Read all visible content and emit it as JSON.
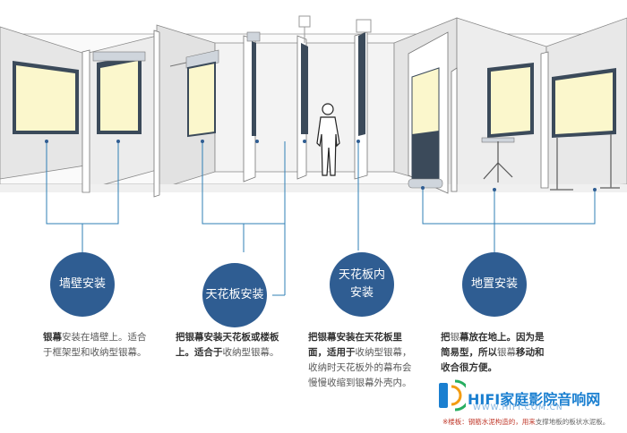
{
  "methods": [
    {
      "label": "墙壁安装",
      "lines": [
        [
          {
            "t": "银幕",
            "b": true
          },
          {
            "t": "安装在墙壁上。适合",
            "b": false
          }
        ],
        [
          {
            "t": "于框架型和收纳型银幕。",
            "b": false
          }
        ]
      ]
    },
    {
      "label": "天花板安装",
      "lines": [
        [
          {
            "t": "把银幕安装天花板或楼板",
            "b": true
          }
        ],
        [
          {
            "t": "上。适合于",
            "b": true
          },
          {
            "t": "收纳型银幕。",
            "b": false
          }
        ]
      ]
    },
    {
      "label": "天花板内\n安装",
      "lines": [
        [
          {
            "t": "把银幕安装在天花板里",
            "b": true
          }
        ],
        [
          {
            "t": "面，适用于",
            "b": true
          },
          {
            "t": "收纳型银幕，",
            "b": false
          }
        ],
        [
          {
            "t": "收纳时天花板外的幕布会",
            "b": false
          }
        ],
        [
          {
            "t": "慢慢收缩到银幕外壳内。",
            "b": false
          }
        ]
      ]
    },
    {
      "label": "地置安装",
      "lines": [
        [
          {
            "t": "把",
            "b": true
          },
          {
            "t": "银",
            "b": false
          },
          {
            "t": "幕放在地上。因为是",
            "b": true
          }
        ],
        [
          {
            "t": "简易型，所以",
            "b": true
          },
          {
            "t": "银幕",
            "b": false
          },
          {
            "t": "移动和",
            "b": true
          }
        ],
        [
          {
            "t": "收合很方便。",
            "b": true
          }
        ]
      ]
    }
  ],
  "brand": {
    "name": "HIFI家庭影院音响网",
    "url": "WWW.HIFI.COM.CN"
  },
  "footnote": {
    "prefix": "※楼板：",
    "part1": "钢筋水泥构造的，",
    "part2": "用来",
    "part3": "支撑地板的板状水泥板。"
  },
  "colors": {
    "accent": "#2f5d92",
    "screen": "#fbf7cc",
    "line": "#2f7fb5",
    "wall": "#ededed",
    "floor": "#f2f2f2"
  }
}
